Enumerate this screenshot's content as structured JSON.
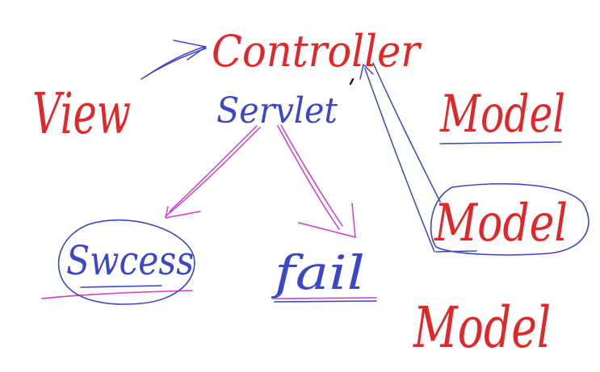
{
  "labels": {
    "controller": "Controller",
    "view": "View",
    "servlet": "Servlet",
    "success": "Swcess",
    "fail": "fail",
    "model_top": "Model",
    "model_middle": "Model",
    "model_bottom": "Model"
  },
  "colors": {
    "red": "#e0282a",
    "blue": "#3b46c8",
    "magenta": "#d23ccf"
  }
}
